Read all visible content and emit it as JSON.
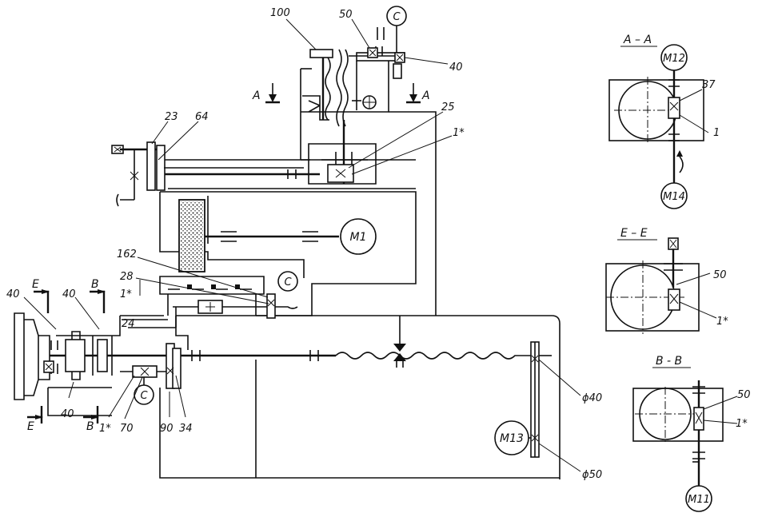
{
  "labels": {
    "l100": "100",
    "l50_top": "50",
    "l40_top": "40",
    "l25": "25",
    "l1star_top": "1*",
    "l23": "23",
    "l64": "64",
    "l162": "162",
    "l28": "28",
    "l1star_mid": "1*",
    "l24": "24",
    "l40_left": "40",
    "l40_left2": "40",
    "l40_bottom": "40",
    "l1star_bot": "1*",
    "l70": "70",
    "l90": "90",
    "l34": "34",
    "lphi40": "ϕ40",
    "lphi50": "ϕ50",
    "l37": "37",
    "l1_right": "1",
    "l50_ee": "50",
    "l1star_ee": "1*",
    "l50_bb": "50",
    "l1star_bb": "1*"
  },
  "section_marks": {
    "a_left": "A",
    "a_right": "A",
    "e_top": "E",
    "e_bottom": "E",
    "b_top": "B",
    "b_bottom": "B"
  },
  "sections": {
    "aa": "A – A",
    "ee": "E – E",
    "bb": "B - B"
  },
  "motors": {
    "m1": "M1",
    "m12": "M12",
    "m14": "M14",
    "m13": "M13",
    "m11": "M11"
  },
  "clutch_symbol": "C"
}
